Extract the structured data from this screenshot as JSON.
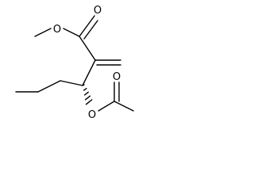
{
  "molecule": {
    "atoms": {
      "o_carbonyl_ester": "O",
      "o_methoxy": "O",
      "o_acetoxy": "O",
      "o_carbonyl_acetyl": "O"
    },
    "stereo": {
      "chiral_center_bond": "hashed-wedge"
    },
    "colors": {
      "bond": "#000000",
      "background": "#ffffff"
    }
  }
}
